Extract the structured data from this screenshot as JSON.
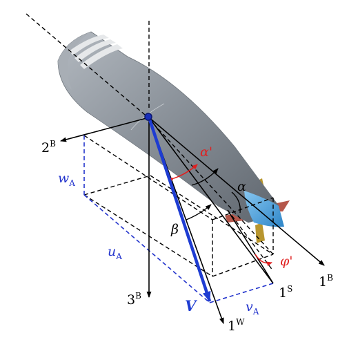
{
  "labels": {
    "axis_2B": "2",
    "axis_2B_sup": "B",
    "axis_3B": "3",
    "axis_3B_sup": "B",
    "axis_1B": "1",
    "axis_1B_sup": "B",
    "axis_1S": "1",
    "axis_1S_sup": "S",
    "axis_1W": "1",
    "axis_1W_sup": "W",
    "velocity": "V",
    "alpha": "α",
    "alpha_prime": "α'",
    "beta": "β",
    "phi_prime": "φ'",
    "w": "w",
    "w_sub": "A",
    "u": "u",
    "u_sub": "A",
    "v": "v",
    "v_sub": "A"
  },
  "colors": {
    "body_fill": "#8c939b",
    "body_dark": "#5f666e",
    "band": "#e6e8ea",
    "nose": "#4aa3e0",
    "fin_red": "#b5574b",
    "fin_gold": "#b8962e",
    "velocity": "#1e3cd2",
    "component": "#2233cc",
    "annotation": "#e02020",
    "axis": "#000000"
  }
}
